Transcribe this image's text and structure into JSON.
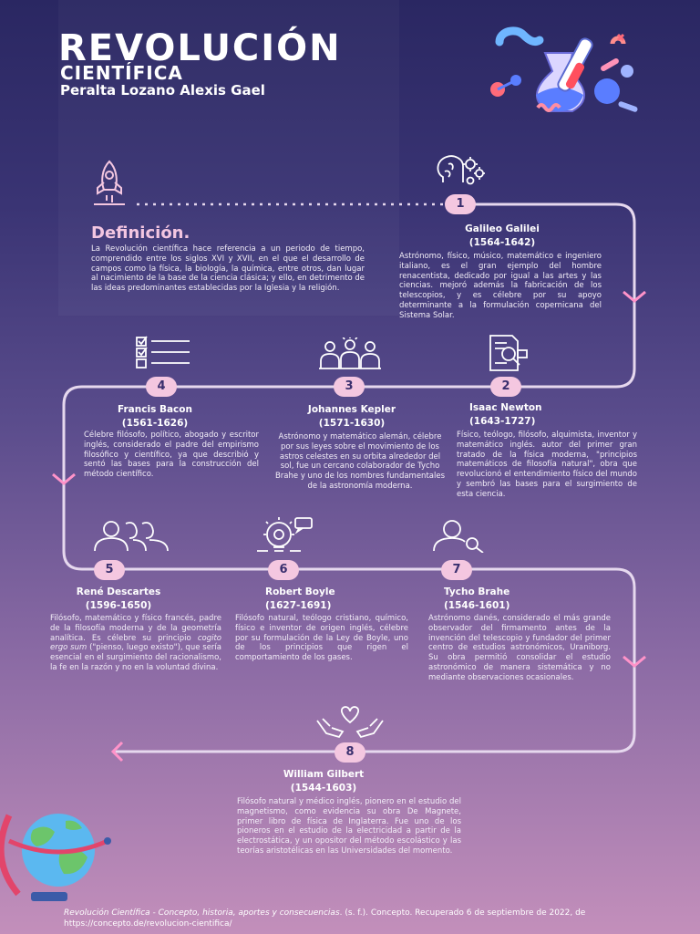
{
  "header": {
    "title": "REVOLUCIÓN",
    "subtitle": "CIENTÍFICA",
    "author": "Peralta Lozano Alexis Gael"
  },
  "definition": {
    "title": "Definición.",
    "text": "La Revolución científica hace referencia a un periodo de tiempo, comprendido entre los siglos XVI y XVII, en el que el desarrollo de campos como la física, la biología, la química, entre otros, dan lugar al nacimiento de la base de la ciencia clásica; y ello, en detrimento de las ideas predominantes establecidas por la Iglesia y la religión."
  },
  "scientists": [
    {
      "number": "1",
      "name": "Galileo Galilei",
      "years": "(1564-1642)",
      "description": "Astrónomo, físico, músico, matemático e ingeniero italiano, es el gran ejemplo del hombre renacentista, dedicado por igual a las artes y las ciencias. mejoró además la fabricación de los telescopios, y es célebre por su apoyo determinante a la formulación copernicana del Sistema Solar.",
      "icon": "brain-gears-icon"
    },
    {
      "number": "2",
      "name": "Isaac Newton",
      "years": "(1643-1727)",
      "description": "Físico, teólogo, filósofo, alquimista, inventor y matemático inglés. autor del primer gran tratado de la física moderna, \"principios matemáticos de filosofía natural\", obra que revolucionó el entendimiento físico del mundo y sembró las bases para el surgimiento de esta ciencia.",
      "icon": "document-search-icon"
    },
    {
      "number": "3",
      "name": "Johannes Kepler",
      "years": "(1571-1630)",
      "description": "Astrónomo y matemático alemán, célebre por sus leyes sobre el movimiento de los astros celestes en su orbita alrededor del sol, fue un cercano colaborador de Tycho Brahe y uno de los nombres fundamentales de la astronomía moderna.",
      "icon": "team-icon"
    },
    {
      "number": "4",
      "name": "Francis Bacon",
      "years": "(1561-1626)",
      "description": "Célebre filósofo, político, abogado y escritor inglés, considerado el padre del empirismo filosófico y científico, ya que describió y sentó las bases para la construcción del método científico.",
      "icon": "checklist-icon"
    },
    {
      "number": "5",
      "name": "René Descartes",
      "years": "(1596-1650)",
      "description_before": "Filósofo, matemático y físico francés, padre de la filosofía moderna y de la geometría analítica. Es célebre su principio ",
      "description_italic": "cogito ergo sum",
      "description_after": " (\"pienso, luego existo\"), que sería esencial en el surgimiento del racionalismo, la fe en la razón y no en la voluntad divina.",
      "icon": "people-icon"
    },
    {
      "number": "6",
      "name": "Robert Boyle",
      "years": "(1627-1691)",
      "description": "Filósofo natural, teólogo cristiano, químico, físico e inventor de origen inglés, célebre por su formulación de la Ley de Boyle, uno de los principios que rigen el comportamiento de los gases.",
      "icon": "lightbulb-idea-icon"
    },
    {
      "number": "7",
      "name": "Tycho Brahe",
      "years": "(1546-1601)",
      "description": "Astrónomo danés, considerado el más grande observador del firmamento antes de la invención del telescopio y fundador del primer centro de estudios astronómicos, Uraniborg. Su obra permitió consolidar el estudio astronómico de manera sistemática y no mediante observaciones ocasionales.",
      "icon": "person-search-icon"
    },
    {
      "number": "8",
      "name": "William Gilbert",
      "years": "(1544-1603)",
      "description": "Filósofo natural y médico inglés, pionero en el estudio del magnetismo, como evidencia su obra De Magnete, primer libro de física de Inglaterra. Fue uno de los pioneros en el estudio de la electricidad a partir de la electrostática, y un opositor del método escolástico y las teorías aristotélicas en las Universidades del momento.",
      "icon": "hands-heart-icon"
    }
  ],
  "citation": {
    "italic": "Revolución Científica - Concepto, historia, aportes y consecuencias",
    "rest": ". (s. f.). Concepto. Recuperado 6 de septiembre de 2022, de https://concepto.de/revolucion-cientifica/"
  },
  "colors": {
    "accent_pink": "#f4c7e0",
    "badge_text": "#3a2f6e",
    "path_line": "#e6d8ee"
  }
}
